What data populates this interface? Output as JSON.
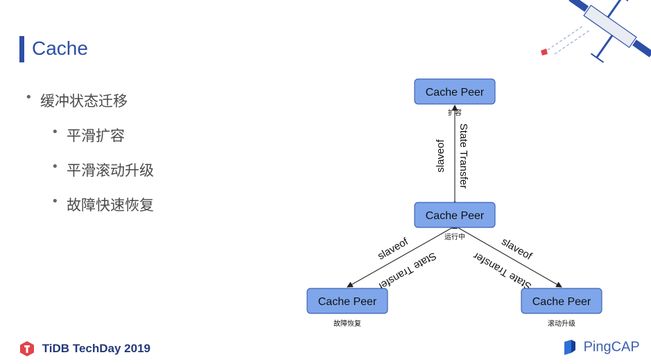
{
  "slide": {
    "title": "Cache",
    "bullets": {
      "level1": "缓冲状态迁移",
      "level2": [
        "平滑扩容",
        "平滑滚动升级",
        "故障快速恢复"
      ]
    }
  },
  "diagram": {
    "nodes": {
      "top": "Cache Peer",
      "middle": "Cache Peer",
      "bottom_left": "Cache Peer",
      "bottom_right": "Cache Peer"
    },
    "node_captions": {
      "top": "扩容",
      "middle": "运行中",
      "bottom_left": "故障恢复",
      "bottom_right": "滚动升级"
    },
    "edge_labels": {
      "top_slaveof": "slaveof",
      "top_transfer": "State Transfer",
      "left_slaveof": "slaveof",
      "left_transfer": "State Transfer",
      "right_slaveof": "slaveof",
      "right_transfer": "State Transfer"
    },
    "colors": {
      "node_fill": "#7fa6ea",
      "node_border": "#3e63b5",
      "accent": "#2d4fa8"
    }
  },
  "footer": {
    "left_brand": "TiDB",
    "left_event": "TechDay 2019",
    "right_brand": "PingCAP"
  },
  "decor": {
    "top_right": "satellite-illustration"
  }
}
